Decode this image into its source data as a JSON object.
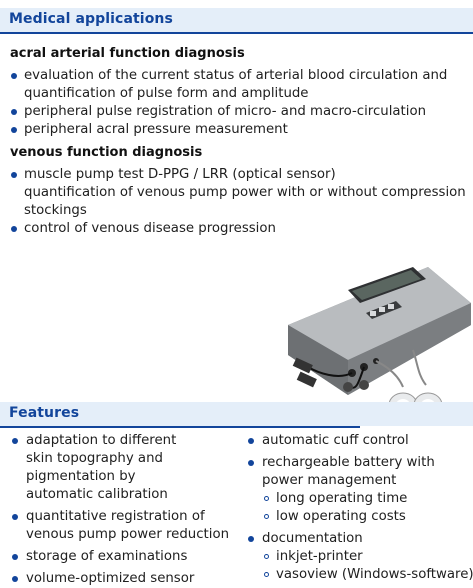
{
  "medical": {
    "title": "Medical applications",
    "acral": {
      "heading": "acral arterial function diagnosis",
      "items": [
        {
          "lines": [
            "evaluation of the current status of arterial blood circulation and",
            "quantification of pulse form and amplitude"
          ]
        },
        {
          "lines": [
            "peripheral pulse registration of micro- and macro-circulation"
          ]
        },
        {
          "lines": [
            "peripheral acral pressure measurement"
          ]
        }
      ]
    },
    "venous": {
      "heading": "venous function diagnosis",
      "items": [
        {
          "lines": [
            "muscle pump test D-PPG / LRR (optical sensor)",
            "quantification of venous pump power with or without compression",
            "stockings"
          ]
        },
        {
          "lines": [
            "control of venous disease progression"
          ]
        }
      ]
    }
  },
  "features": {
    "title": "Features",
    "left": [
      {
        "lines": [
          "adaptation to different",
          "skin topography and",
          "pigmentation by",
          "automatic calibration"
        ]
      },
      {
        "lines": [
          "quantitative registration of",
          "venous pump power reduction"
        ]
      },
      {
        "lines": [
          "storage of examinations"
        ]
      },
      {
        "lines": [
          "volume-optimized sensor"
        ]
      }
    ],
    "right": [
      {
        "lines": [
          "automatic cuff control"
        ]
      },
      {
        "lines": [
          "rechargeable battery with",
          "power management"
        ],
        "sub": [
          "long operating time",
          "low operating costs"
        ]
      },
      {
        "lines": [
          "documentation"
        ],
        "sub": [
          "inkjet-printer",
          "vasoview (Windows-software)"
        ]
      }
    ]
  },
  "colors": {
    "accent": "#12459b",
    "bar": "#e4eef9"
  },
  "image": "medical-device-with-sensors-photo"
}
